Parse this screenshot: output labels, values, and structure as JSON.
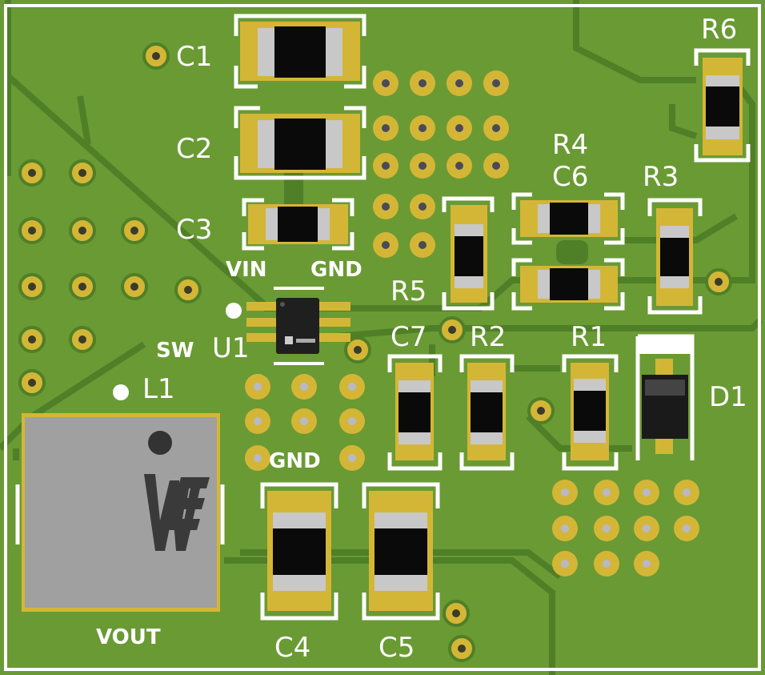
{
  "board": {
    "colors": {
      "pcb": "#6a9a34",
      "trace": "#4f7f27",
      "silk": "#ffffff",
      "pad": "#d4b636",
      "body": "#0a0a0a",
      "terminal": "#c8c8c8",
      "inductor": "#a0a0a0"
    }
  },
  "designators": {
    "C1": "C1",
    "C2": "C2",
    "C3": "C3",
    "C4": "C4",
    "C5": "C5",
    "C6": "C6",
    "C7": "C7",
    "R1": "R1",
    "R2": "R2",
    "R3": "R3",
    "R4": "R4",
    "R5": "R5",
    "R6": "R6",
    "U1": "U1",
    "L1": "L1",
    "D1": "D1"
  },
  "nets": {
    "vin": "VIN",
    "gnd_top": "GND",
    "sw": "SW",
    "gnd_bottom": "GND",
    "vout": "VOUT"
  }
}
